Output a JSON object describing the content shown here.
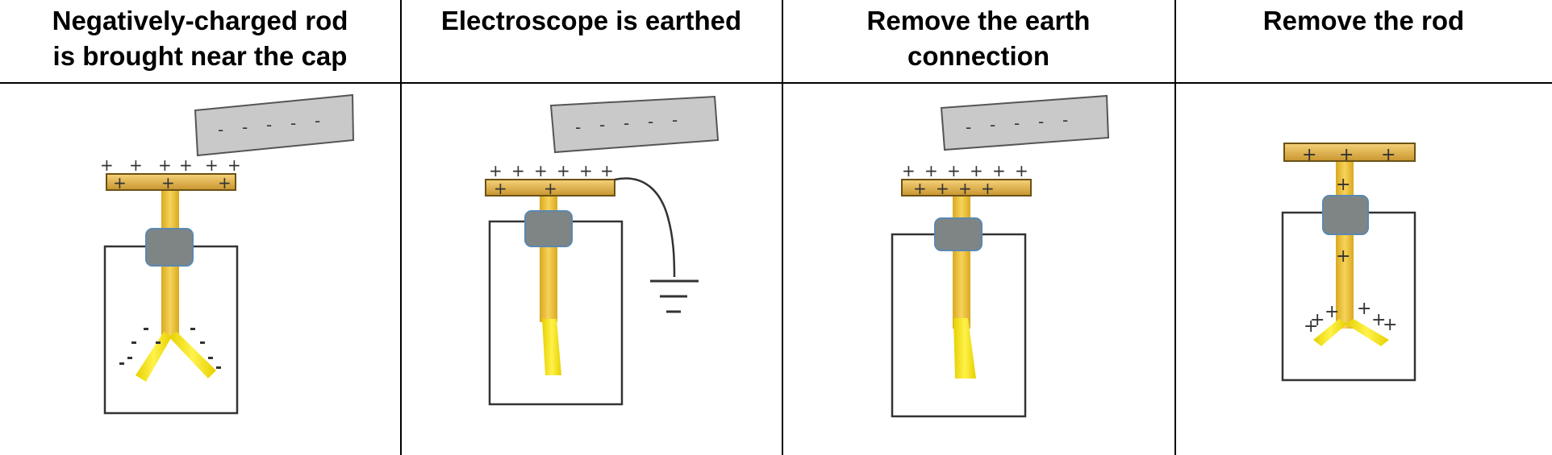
{
  "columns": [
    {
      "header": "Negatively-charged rod\nis brought near the cap",
      "header_line1": "Negatively-charged rod",
      "header_line2": "is brought near the cap"
    },
    {
      "header_line1": "Electroscope is earthed",
      "header_line2": ""
    },
    {
      "header_line1": "Remove the earth",
      "header_line2": "connection"
    },
    {
      "header_line1": "Remove the rod",
      "header_line2": ""
    }
  ],
  "symbols": {
    "negative": "-",
    "positive": "+"
  },
  "colors": {
    "rod": "#c8c8c8",
    "cap": "#e6b84a",
    "stem": "#f0c43c",
    "leaf": "#f2e000",
    "plug": "#7f8585",
    "border": "#000000"
  }
}
